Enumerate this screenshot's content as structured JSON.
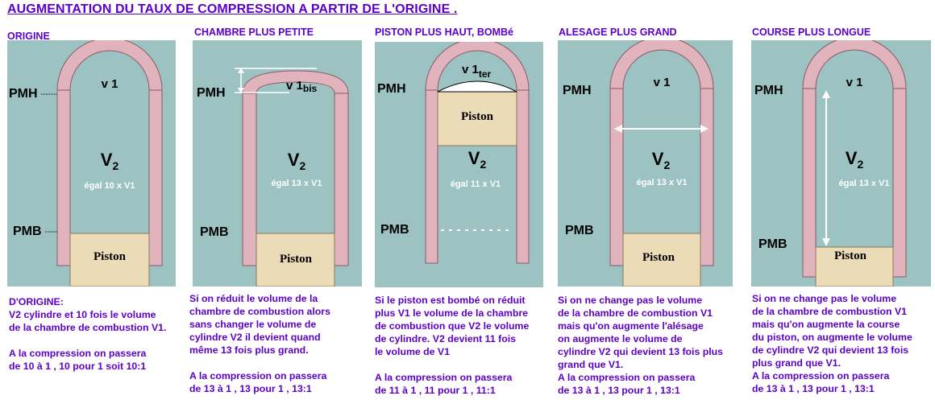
{
  "title": "AUGMENTATION DU TAUX DE COMPRESSION A PARTIR DE L'ORIGINE .",
  "colors": {
    "heading": "#5b00c8",
    "chamber_fill": "#9cc3c2",
    "wall": "#e1b3bc",
    "piston": "#ebdcb7"
  },
  "labels": {
    "pmh": "PMH",
    "pmb": "PMB",
    "piston": "Piston",
    "v2": "V",
    "v2_sub": "2"
  },
  "panels": [
    {
      "title": "ORIGINE",
      "v1": "v 1",
      "v1_sub": "",
      "egal": "égal 10 x V1",
      "description": "D'ORIGINE:\nV2 cylindre et 10 fois le volume\nde la chambre de combustion V1.\n\nA la compression on passera\nde 10 à 1 , 10 pour 1 soit 10:1"
    },
    {
      "title": "CHAMBRE PLUS PETITE",
      "v1": "v 1",
      "v1_sub": "bis",
      "egal": "égal 13 x V1",
      "description": "Si on réduit le volume de la\nchambre de combustion alors\nsans changer le volume de\ncylindre V2 il devient quand\nmême 13 fois plus grand.\n\nA la compression on passera\nde 13 à 1 , 13 pour 1 , 13:1"
    },
    {
      "title": "PISTON PLUS HAUT, BOMBé",
      "v1": "v 1",
      "v1_sub": "ter",
      "egal": "égal 11 x V1",
      "description": "Si le piston est bombé on réduit\nplus V1 le volume de la chambre\nde combustion que V2 le volume\nde cylindre. V2 devient 11 fois\nle volume de V1\n\nA la compression on passera\nde 11 à 1 , 11 pour 1 , 11:1"
    },
    {
      "title": "ALESAGE PLUS GRAND",
      "v1": "v 1",
      "v1_sub": "",
      "egal": "égal 13 x V1",
      "description": "Si on ne change pas le volume\nde la chambre de combustion V1\nmais qu'on augmente l'alésage\non augmente le volume de\ncylindre V2 qui devient 13 fois plus\ngrand que V1.\nA la compression on passera\nde 13 à 1 , 13 pour 1 , 13:1"
    },
    {
      "title": "COURSE PLUS LONGUE",
      "v1": "v 1",
      "v1_sub": "",
      "egal": "égal 13 x V1",
      "description": "Si on ne change pas le volume\nde la chambre de combustion V1\nmais qu'on augmente la course\ndu piston, on augmente le volume\nde cylindre V2 qui devient 13 fois\nplus grand que V1.\nA la compression on passera\nde 13 à 1 , 13 pour 1 , 13:1"
    }
  ]
}
